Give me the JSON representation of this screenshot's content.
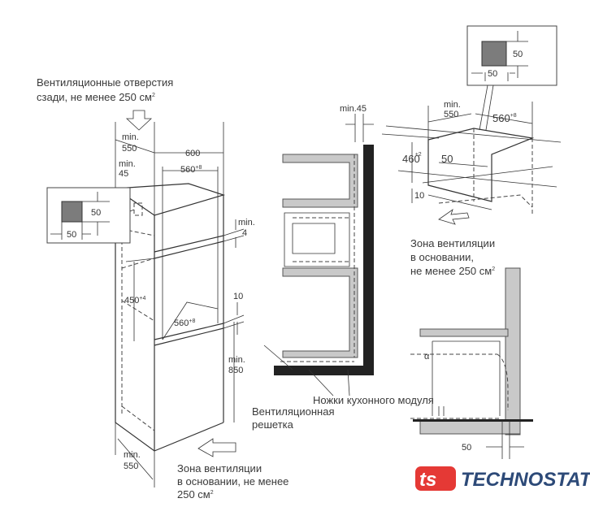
{
  "left": {
    "rear_vent_line1": "Вентиляционные отверстия",
    "rear_vent_line2": "сзади, не менее 250 см",
    "rear_vent_sup": "2",
    "depth_min_label": "min.",
    "depth_min_value": "550",
    "width_600": "600",
    "niche_width": "560",
    "niche_width_sup": "+8",
    "gap_min_label": "min.",
    "gap_min_value": "45",
    "inset_h": "50",
    "inset_w": "50",
    "top_gap_label": "min.",
    "top_gap_value": "4",
    "niche_height": "450",
    "niche_height_sup": "+4",
    "niche_floor_width": "560",
    "niche_floor_width_sup": "+8",
    "shelf_thickness": "10",
    "floor_height_label": "min.",
    "floor_height_value": "850",
    "bottom_depth_label": "min.",
    "bottom_depth_value": "550",
    "base_vent_line1": "Зона вентиляции",
    "base_vent_line2": "в основании, не менее",
    "base_vent_line3": "250 см",
    "base_vent_sup": "2"
  },
  "middle": {
    "gap_label": "min.45",
    "legs_label": "Ножки кухонного модуля",
    "grille_line1": "Вентиляционная",
    "grille_line2": "решетка"
  },
  "right_top": {
    "inset_h": "50",
    "inset_w": "50",
    "depth_label": "min.",
    "depth_value": "550",
    "width": "560",
    "width_sup": "+8",
    "height": "460",
    "height_sup": "+2",
    "rear_gap": "50",
    "shelf_thickness": "10",
    "vent_line1": "Зона вентиляции",
    "vent_line2": "в основании,",
    "vent_line3": "не менее 250 см",
    "vent_sup": "2"
  },
  "right_bottom": {
    "gap": "50",
    "alpha": "α"
  },
  "logo": {
    "mark": "ts",
    "name": "TECHNOSTATUS",
    "red": "#e53935",
    "blue": "#2d4a78"
  }
}
